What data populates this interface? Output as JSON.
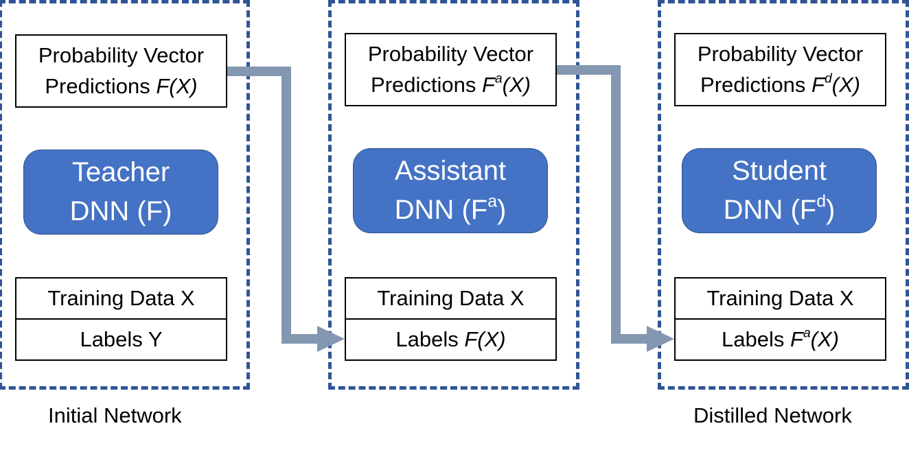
{
  "panels": [
    {
      "prediction": {
        "line1": "Probability Vector",
        "prefix": "Predictions ",
        "func": "F",
        "sup": "",
        "arg": "(X)"
      },
      "model": {
        "line1": "Teacher",
        "prefix": "DNN (F",
        "sup": "",
        "suffix": ")"
      },
      "data": {
        "label": "Training Data X"
      },
      "labels": {
        "prefix": "Labels ",
        "plain": "Y",
        "func": "",
        "sup": "",
        "arg": ""
      },
      "caption": "Initial Network"
    },
    {
      "prediction": {
        "line1": "Probability Vector",
        "prefix": "Predictions ",
        "func": "F",
        "sup": "a",
        "arg": "(X)"
      },
      "model": {
        "line1": "Assistant",
        "prefix": "DNN (F",
        "sup": "a",
        "suffix": ")"
      },
      "data": {
        "label": "Training Data X"
      },
      "labels": {
        "prefix": "Labels ",
        "plain": "",
        "func": "F",
        "sup": "",
        "arg": "(X)"
      },
      "caption": ""
    },
    {
      "prediction": {
        "line1": "Probability Vector",
        "prefix": "Predictions ",
        "func": "F",
        "sup": "d",
        "arg": "(X)"
      },
      "model": {
        "line1": "Student",
        "prefix": "DNN (F",
        "sup": "d",
        "suffix": ")"
      },
      "data": {
        "label": "Training Data X"
      },
      "labels": {
        "prefix": "Labels ",
        "plain": "",
        "func": "F",
        "sup": "a",
        "arg": "(X)"
      },
      "caption": "Distilled Network"
    }
  ],
  "colors": {
    "panel_border": "#2f5597",
    "model_fill": "#4472c4",
    "arrow": "#8497b0"
  }
}
